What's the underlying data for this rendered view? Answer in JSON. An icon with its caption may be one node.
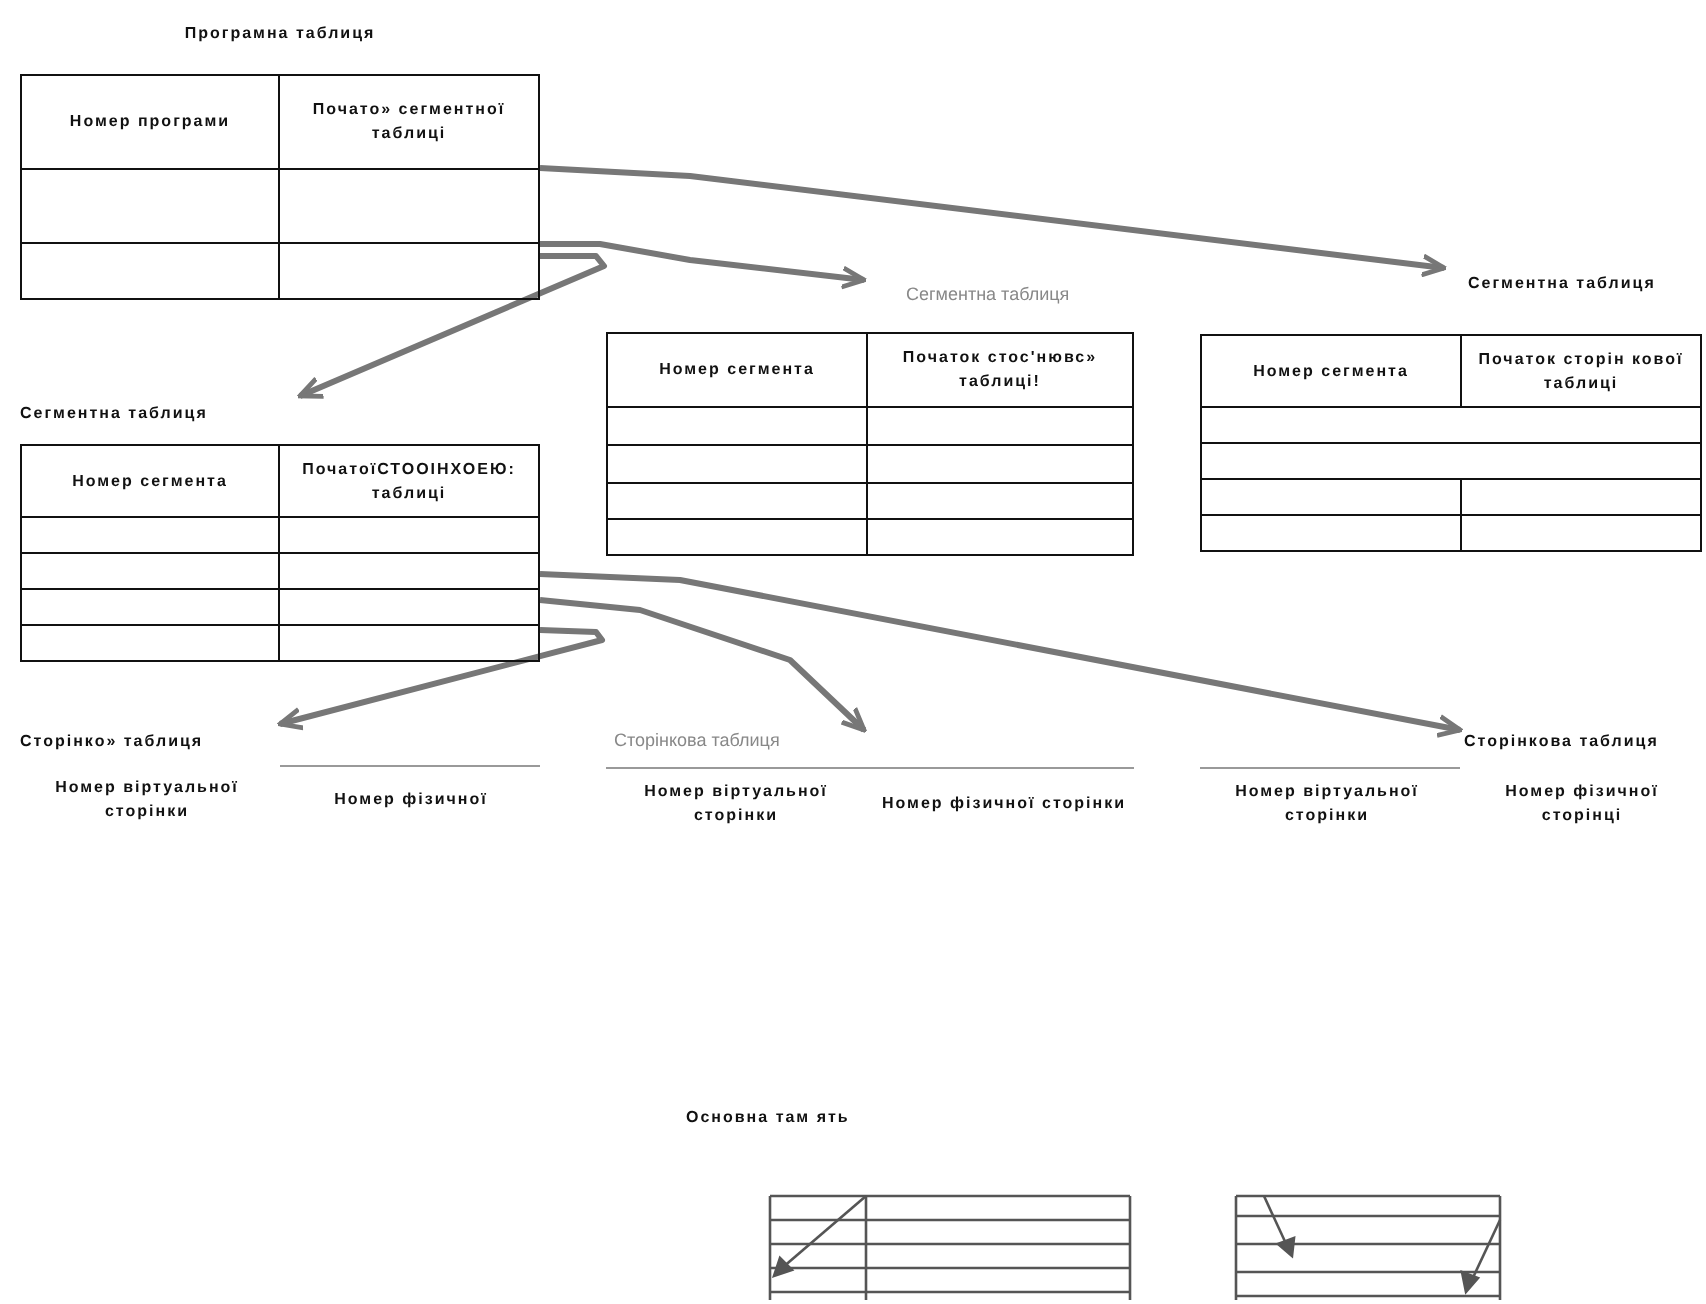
{
  "diagram": {
    "nodes": [
      {
        "text": [
          "Програмна таблиця",
          "Номер програми",
          "Почато» сегментної таблиці"
        ]
      },
      {
        "text": [
          "Сегментна таблиця",
          "Номер сегмента",
          "ПочатоїСТООІНХОЕЮ: таблиці"
        ]
      },
      {
        "text": [
          "Сегментна таблиця",
          "Номер сегмента",
          "Початок стос'нювс» таблиці!"
        ]
      },
      {
        "text": [
          "Сегментна таблиця",
          "Номер сегмента",
          "Початок сторін кової таблиці"
        ]
      },
      {
        "text": [
          "Сторінко» таблиця",
          "Номер віртуальної сторінки",
          "Номер фізичної"
        ]
      },
      {
        "text": [
          "Сторінкова таблиця",
          "Номер віртуальної сторінки",
          "Номер фізичної сторінки"
        ]
      },
      {
        "text": [
          "Сторінкова таблиця",
          "Номер віртуальної сторінки",
          "Номер фізичної сторінці"
        ]
      },
      {
        "text": [
          "Основна там ять"
        ]
      }
    ],
    "edges": [
      {
        "from": 0,
        "to": 3,
        "arrow": "to"
      },
      {
        "from": 0,
        "to": 2,
        "arrow": "to"
      },
      {
        "from": 0,
        "to": 1,
        "arrow": "to"
      },
      {
        "from": 1,
        "to": 6,
        "arrow": "to"
      },
      {
        "from": 1,
        "to": 5,
        "arrow": "to"
      },
      {
        "from": 1,
        "to": 4,
        "arrow": "to"
      }
    ]
  }
}
